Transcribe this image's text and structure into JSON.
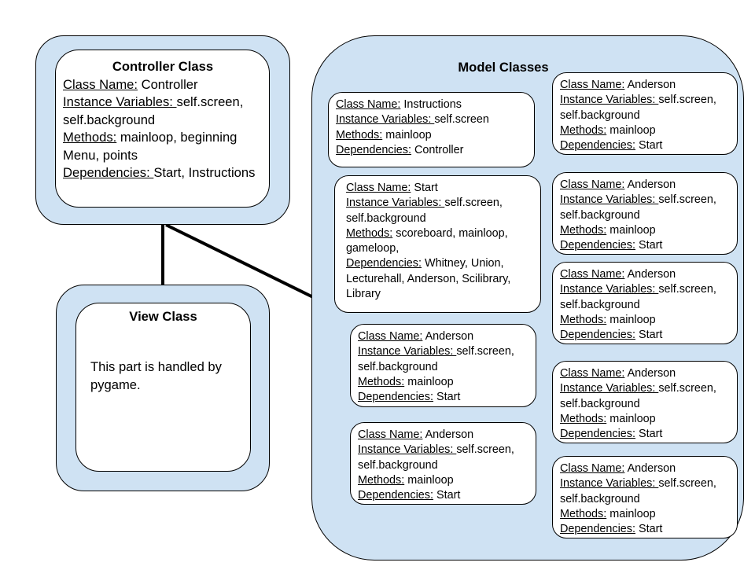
{
  "controller": {
    "title": "Controller Class",
    "class_name_label": "Class Name:",
    "class_name_value": " Controller",
    "instance_label": "Instance Variables: ",
    "instance_value": "self.screen, self.background",
    "methods_label": "Methods:",
    "methods_value": " mainloop, beginning Menu, points",
    "dependencies_label": "Dependencies: ",
    "dependencies_value": "Start, Instructions"
  },
  "view": {
    "title": "View Class",
    "body": "This part is handled by pygame."
  },
  "model": {
    "title": "Model Classes",
    "boxes": [
      {
        "class_name_label": "Class Name:",
        "class_name_value": " Instructions",
        "instance_label": "Instance Variables: ",
        "instance_value": "self.screen",
        "methods_label": "Methods:",
        "methods_value": " mainloop",
        "dependencies_label": "Dependencies:",
        "dependencies_value": " Controller"
      },
      {
        "class_name_label": "Class Name:",
        "class_name_value": " Start",
        "instance_label": "Instance Variables: ",
        "instance_value": "self.screen, self.background",
        "methods_label": "Methods:",
        "methods_value": " scoreboard, mainloop, gameloop,",
        "dependencies_label": "Dependencies:",
        "dependencies_value": " Whitney, Union, Lecturehall, Anderson, Scilibrary, Library"
      },
      {
        "class_name_label": "Class Name:",
        "class_name_value": " Anderson",
        "instance_label": "Instance Variables: ",
        "instance_value": "self.screen, self.background",
        "methods_label": "Methods:",
        "methods_value": " mainloop",
        "dependencies_label": "Dependencies:",
        "dependencies_value": " Start"
      },
      {
        "class_name_label": "Class Name:",
        "class_name_value": " Anderson",
        "instance_label": "Instance Variables: ",
        "instance_value": "self.screen, self.background",
        "methods_label": "Methods:",
        "methods_value": " mainloop",
        "dependencies_label": "Dependencies:",
        "dependencies_value": " Start"
      },
      {
        "class_name_label": "Class Name:",
        "class_name_value": " Anderson",
        "instance_label": "Instance Variables: ",
        "instance_value": "self.screen, self.background",
        "methods_label": "Methods:",
        "methods_value": " mainloop",
        "dependencies_label": "Dependencies:",
        "dependencies_value": " Start"
      },
      {
        "class_name_label": "Class Name:",
        "class_name_value": " Anderson",
        "instance_label": "Instance Variables: ",
        "instance_value": "self.screen, self.background",
        "methods_label": "Methods:",
        "methods_value": " mainloop",
        "dependencies_label": "Dependencies:",
        "dependencies_value": " Start"
      },
      {
        "class_name_label": "Class Name:",
        "class_name_value": " Anderson",
        "instance_label": "Instance Variables: ",
        "instance_value": "self.screen, self.background",
        "methods_label": "Methods:",
        "methods_value": " mainloop",
        "dependencies_label": "Dependencies:",
        "dependencies_value": " Start"
      },
      {
        "class_name_label": "Class Name:",
        "class_name_value": " Anderson",
        "instance_label": "Instance Variables: ",
        "instance_value": "self.screen, self.background",
        "methods_label": "Methods:",
        "methods_value": " mainloop",
        "dependencies_label": "Dependencies:",
        "dependencies_value": " Start"
      },
      {
        "class_name_label": "Class Name:",
        "class_name_value": " Anderson",
        "instance_label": "Instance Variables: ",
        "instance_value": "self.screen, self.background",
        "methods_label": "Methods:",
        "methods_value": " mainloop",
        "dependencies_label": "Dependencies:",
        "dependencies_value": " Start"
      }
    ]
  },
  "colors": {
    "container_fill": "#cfe2f3",
    "card_fill": "#ffffff",
    "stroke": "#000000"
  }
}
